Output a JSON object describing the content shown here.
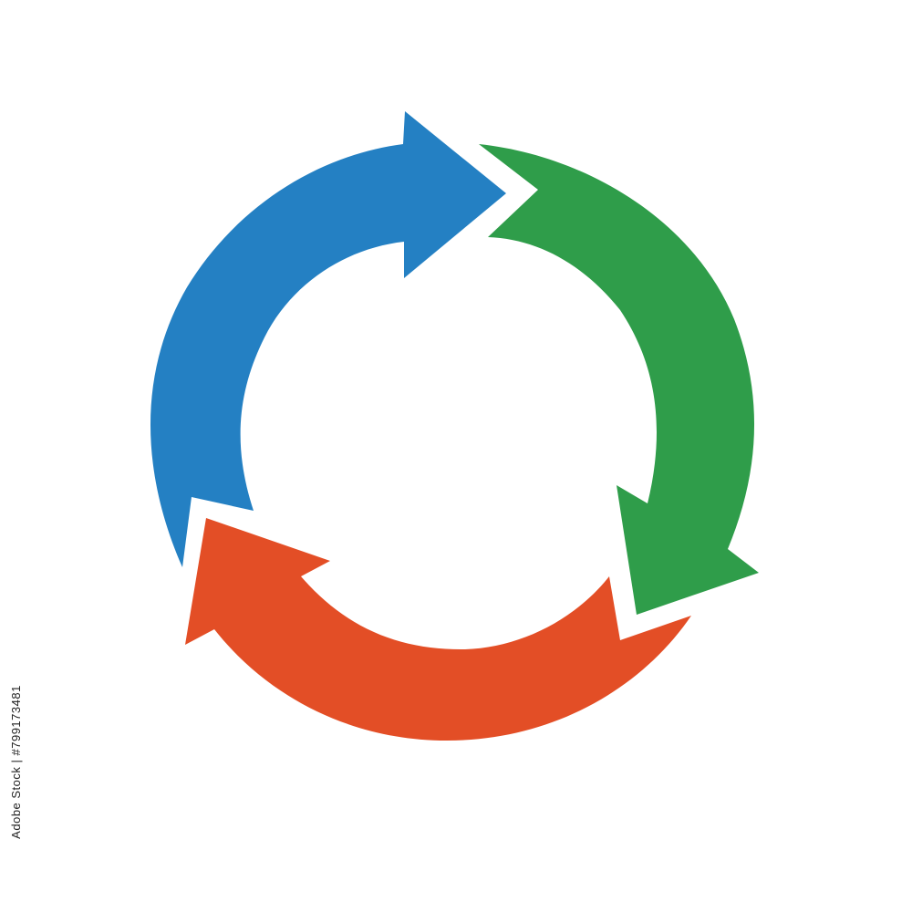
{
  "diagram": {
    "arrows": [
      {
        "id": "blue-arrow",
        "color": "#2480C3"
      },
      {
        "id": "green-arrow",
        "color": "#2F9D4A"
      },
      {
        "id": "orange-arrow",
        "color": "#E34E26"
      }
    ]
  },
  "side_label": "Adobe Stock | #799173481"
}
